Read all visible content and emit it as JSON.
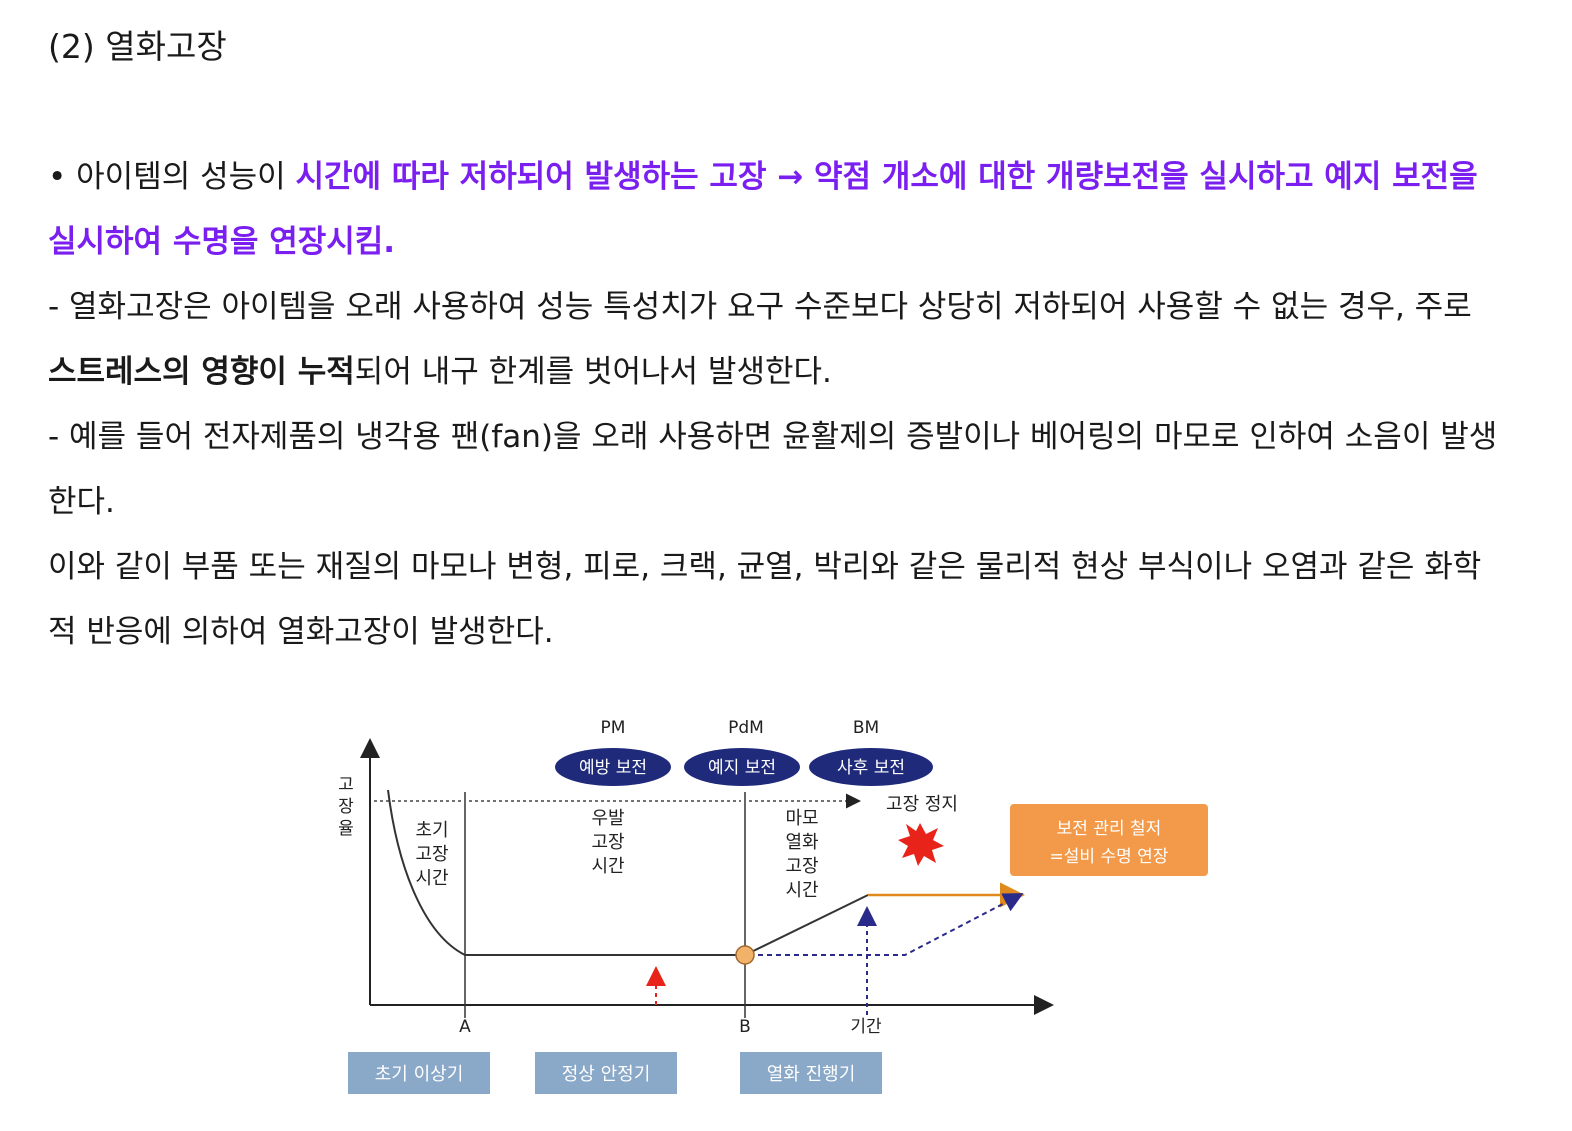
{
  "heading": "(2) 열화고장",
  "paragraph1": {
    "bullet": "•",
    "normal": " 아이템의 성능이 ",
    "highlight": "시간에 따라 저하되어 발생하는 고장 → 약점 개소에 대한 개량보전을 실시하고 예지 보전을 실시하여 수명을 연장시킴."
  },
  "paragraph2": {
    "before": "- 열화고장은 아이템을 오래 사용하여 성능 특성치가 요구 수준보다 상당히 저하되어 사용할 수 없는 경우, 주로 ",
    "bold": "스트레스의 영향이 누적",
    "after": "되어 내구 한계를 벗어나서 발생한다."
  },
  "paragraph3": "- 예를 들어 전자제품의 냉각용 팬(fan)을 오래 사용하면 윤활제의 증발이나 베어링의 마모로 인하여 소음이 발생한다.",
  "paragraph4": "이와 같이 부품 또는 재질의 마모나 변형, 피로, 크랙, 균열, 박리와 같은 물리적 현상 부식이나 오염과 같은 화학적 반응에 의하여 열화고장이 발생한다.",
  "figure": {
    "y_axis_label": [
      "고",
      "장",
      "율"
    ],
    "top_labels": [
      "PM",
      "PdM",
      "BM"
    ],
    "pills": [
      "예방 보전",
      "예지 보전",
      "사후 보전"
    ],
    "regions": {
      "early": [
        "초기",
        "고장",
        "시간"
      ],
      "random": [
        "우발",
        "고장",
        "시간"
      ],
      "wear": [
        "마모",
        "열화",
        "고장",
        "시간"
      ]
    },
    "stop_label": "고장 정지",
    "callout": [
      "보전 관리 철저",
      "=설비 수명 연장"
    ],
    "x_labels": [
      "A",
      "B",
      "기간"
    ],
    "phases": [
      "초기 이상기",
      "정상 안정기",
      "열화 진행기"
    ],
    "colors": {
      "pill": "#1f2a7a",
      "callout": "#f39a4a",
      "phase_box": "#8aa8c8",
      "life_line": "#e08a1e",
      "dotted": "#2a2a8a",
      "burst": "#e8231a",
      "marker": "#f2b26a"
    }
  }
}
